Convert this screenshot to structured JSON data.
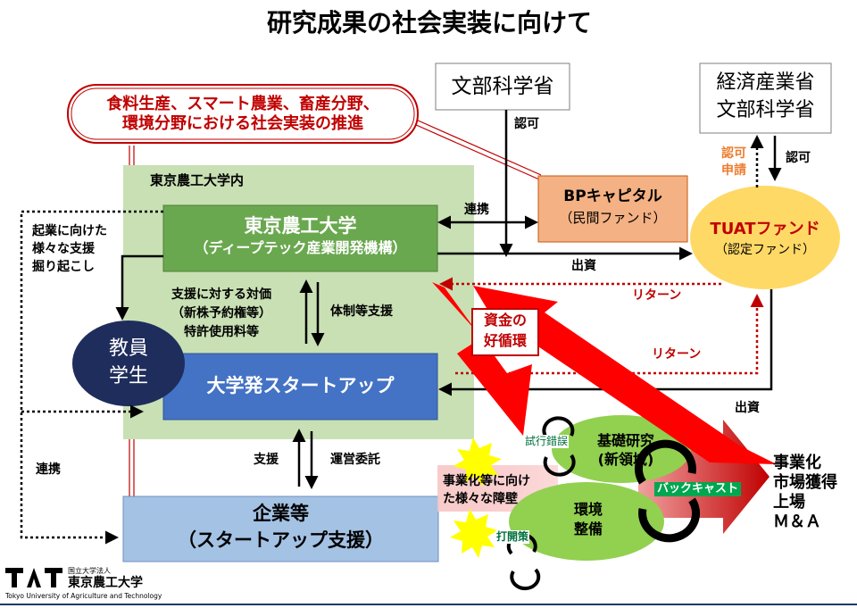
{
  "title": "研究成果の社会実装に向けて",
  "callout": {
    "line1": "食料生産、スマート農業、畜産分野、",
    "line2": "環境分野における社会実装の推進"
  },
  "mext_top": {
    "label": "文部科学省"
  },
  "meti_box": {
    "line1": "経済産業省",
    "line2": "文部科学省"
  },
  "campus_area": {
    "label": "東京農工大学内"
  },
  "university": {
    "line1": "東京農工大学",
    "line2": "（ディープテック産業開発機構）"
  },
  "bp_capital": {
    "line1": "BPキャピタル",
    "line2": "（民間ファンド）"
  },
  "tuat_fund": {
    "line1": "TUATファンド",
    "line2": "（認定ファンド）"
  },
  "faculty": {
    "line1": "教員",
    "line2": "学生"
  },
  "startup": {
    "label": "大学発スタートアップ"
  },
  "companies": {
    "line1": "企業等",
    "line2": "（スタートアップ支援）"
  },
  "labels": {
    "approval_top": "認可",
    "approval_right": "認可",
    "approval_request_1": "認可",
    "approval_request_2": "申請",
    "partnership_bp": "連携",
    "investment_top": "出資",
    "investment_bottom": "出資",
    "return_top": "リターン",
    "return_bottom": "リターン",
    "startup_support_1": "起業に向けた",
    "startup_support_2": "様々な支援",
    "startup_support_3": "掘り起こし",
    "compensation_1": "支援に対する対価",
    "compensation_2": "（新株予約権等）",
    "compensation_3": "特許使用料等",
    "system_support": "体制等支援",
    "support": "支援",
    "operation": "運営委託",
    "partnership_left": "連携",
    "virtuous_1": "資金の",
    "virtuous_2": "好循環",
    "trial_error": "試行錯誤",
    "breakthrough": "打開策",
    "backcast": "バックキャスト",
    "barrier_1": "事業化等に向け",
    "barrier_2": "た様々な障壁",
    "basic_research_1": "基礎研究",
    "basic_research_2": "(新領域)",
    "environment_1": "環境",
    "environment_2": "整備"
  },
  "outcomes": [
    "事業化",
    "市場獲得",
    "上場",
    "Ｍ＆Ａ"
  ],
  "logo": {
    "mark": "TAT",
    "small": "国立大学法人",
    "name": "東京農工大学",
    "english": "Tokyo University of Agriculture and Technology"
  },
  "colors": {
    "green_area": "#c9e0b4",
    "university": "#6aa84f",
    "startup": "#4472c4",
    "companies": "#a4c2e4",
    "bp_capital": "#f4b183",
    "tuat_fund": "#ffd966",
    "faculty": "#1f2d5c",
    "red": "#e00000",
    "green_blob": "#92d050"
  }
}
